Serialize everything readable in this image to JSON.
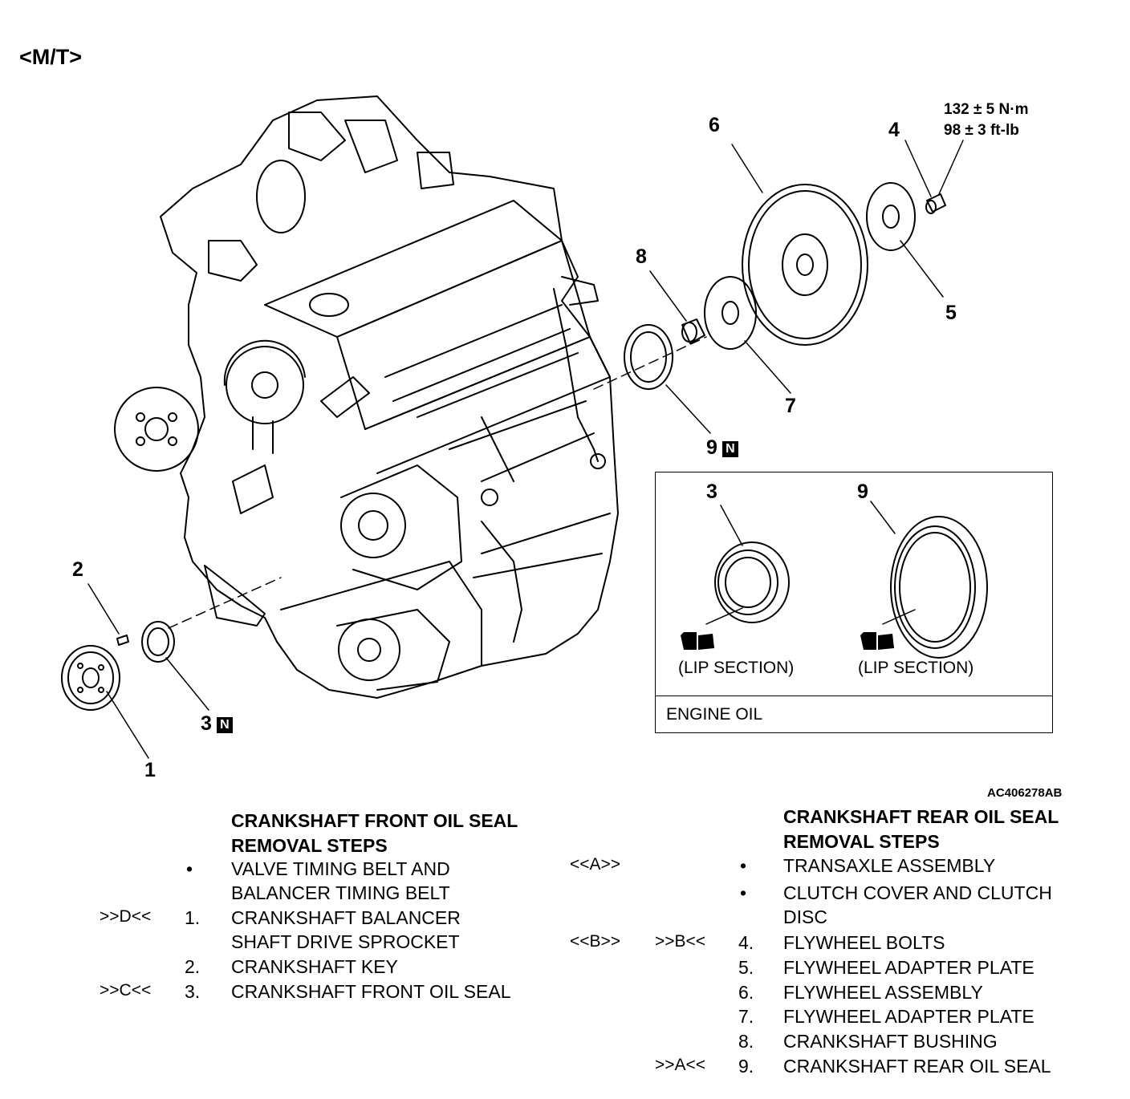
{
  "header": {
    "variant": "<M/T>"
  },
  "torque": {
    "nm": "132 ± 5 N·m",
    "ftlb": "98 ± 3 ft-lb"
  },
  "callouts": {
    "c1": "1",
    "c2": "2",
    "c3": "3",
    "c4": "4",
    "c5": "5",
    "c6": "6",
    "c7": "7",
    "c8": "8",
    "c9": "9"
  },
  "new_part_mark": "N",
  "figure_id": "AC406278AB",
  "legend": {
    "left_number": "3",
    "right_number": "9",
    "left_caption": "(LIP SECTION)",
    "right_caption": "(LIP SECTION)",
    "fluid": "ENGINE OIL"
  },
  "front_section": {
    "title_line1": "CRANKSHAFT FRONT OIL SEAL",
    "title_line2": "REMOVAL STEPS",
    "steps": [
      {
        "code": "",
        "num": "•",
        "text1": "VALVE TIMING BELT AND",
        "text2": "BALANCER TIMING BELT"
      },
      {
        "code": ">>D<<",
        "num": "1.",
        "text1": "CRANKSHAFT BALANCER",
        "text2": "SHAFT DRIVE SPROCKET"
      },
      {
        "code": "",
        "num": "2.",
        "text1": "CRANKSHAFT KEY",
        "text2": ""
      },
      {
        "code": ">>C<<",
        "num": "3.",
        "text1": "CRANKSHAFT FRONT OIL SEAL",
        "text2": ""
      }
    ]
  },
  "rear_section": {
    "title_line1": "CRANKSHAFT REAR OIL SEAL",
    "title_line2": "REMOVAL STEPS",
    "steps": [
      {
        "removal": "<<A>>",
        "install": "",
        "num": "•",
        "text1": "TRANSAXLE ASSEMBLY",
        "text2": ""
      },
      {
        "removal": "",
        "install": "",
        "num": "•",
        "text1": "CLUTCH COVER AND CLUTCH",
        "text2": "DISC"
      },
      {
        "removal": "<<B>>",
        "install": ">>B<<",
        "num": "4.",
        "text1": "FLYWHEEL BOLTS",
        "text2": ""
      },
      {
        "removal": "",
        "install": "",
        "num": "5.",
        "text1": "FLYWHEEL ADAPTER PLATE",
        "text2": ""
      },
      {
        "removal": "",
        "install": "",
        "num": "6.",
        "text1": "FLYWHEEL ASSEMBLY",
        "text2": ""
      },
      {
        "removal": "",
        "install": "",
        "num": "7.",
        "text1": "FLYWHEEL ADAPTER PLATE",
        "text2": ""
      },
      {
        "removal": "",
        "install": "",
        "num": "8.",
        "text1": "CRANKSHAFT BUSHING",
        "text2": ""
      },
      {
        "removal": "",
        "install": ">>A<<",
        "num": "9.",
        "text1": "CRANKSHAFT REAR OIL SEAL",
        "text2": ""
      }
    ]
  }
}
